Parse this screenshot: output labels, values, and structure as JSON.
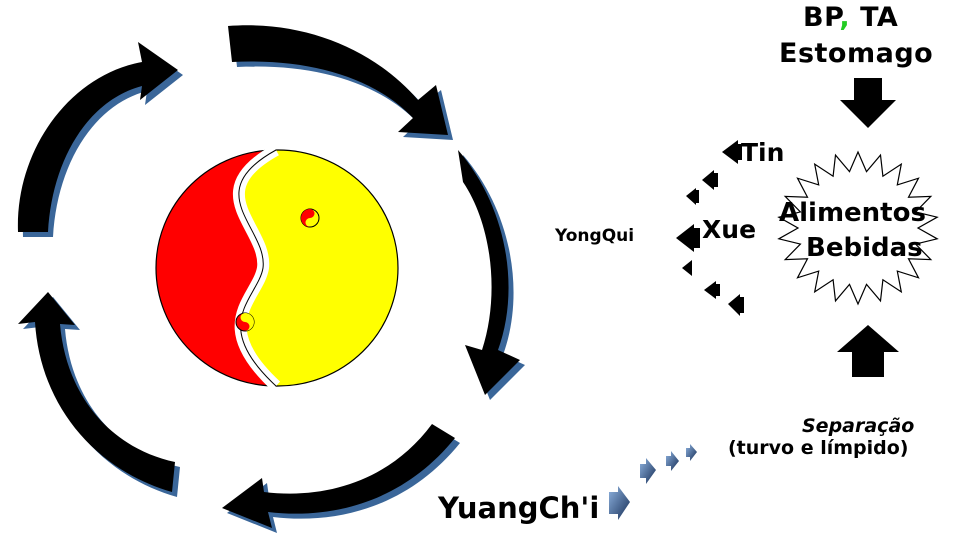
{
  "labels": {
    "bp": "BP",
    "bp_comma": ",",
    "ta": "TA",
    "estomago": "Estomago",
    "tin": "Tin",
    "xue": "Xue",
    "yongqui": "YongQui",
    "alimentos": "Alimentos",
    "bebidas": "Bebidas",
    "separacao": "Separação",
    "turvo_limpido": "(turvo e límpido)",
    "yuangchi": "YuangCh'i"
  },
  "colors": {
    "yin": "#ff0000",
    "yang": "#ffff00",
    "arrow": "#000000",
    "arrow_shadow": "#3a6699",
    "chevron": "#1f3b66",
    "comma": "#22cc22"
  }
}
